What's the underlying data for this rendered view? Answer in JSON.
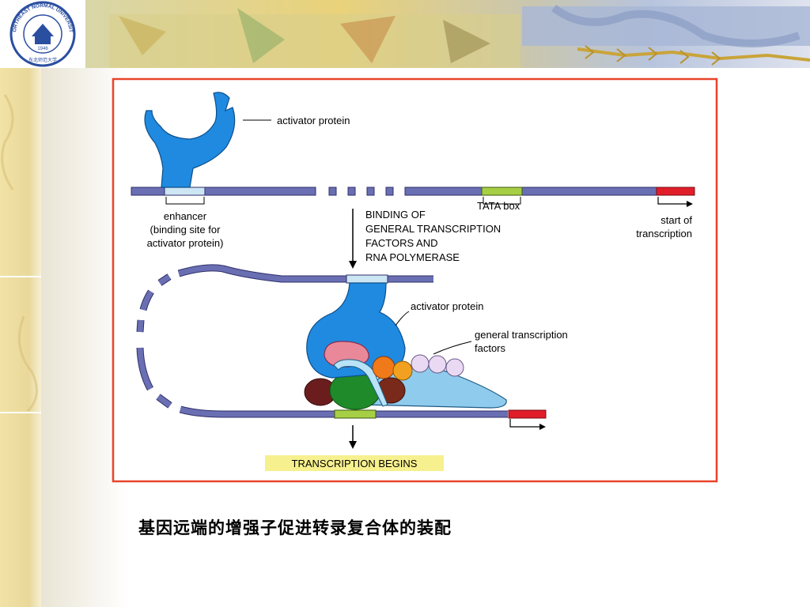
{
  "logo": {
    "text": "NORTHEAST NORMAL UNIVERSITY",
    "year": "1946",
    "cn": "东北师范大学"
  },
  "diagram": {
    "top_activator_label": "activator protein",
    "enhancer_label": [
      "enhancer",
      "(binding site for",
      "activator protein)"
    ],
    "tata_label": "TATA box",
    "start_label": [
      "start of",
      "transcription"
    ],
    "binding_label": [
      "BINDING OF",
      "GENERAL TRANSCRIPTION",
      "FACTORS AND",
      "RNA POLYMERASE"
    ],
    "bottom_activator_label": "activator protein",
    "gtf_label": [
      "general transcription",
      "factors"
    ],
    "begins_label": "TRANSCRIPTION BEGINS"
  },
  "caption": "基因远端的增强子促进转录复合体的装配",
  "colors": {
    "frame": "#e8442a",
    "dna": "#6a6fb3",
    "activator": "#1f8ae0",
    "enhancer": "#cde6f3",
    "tata": "#a7cf45",
    "start": "#e01e2a",
    "highlight": "#f7f08e"
  }
}
